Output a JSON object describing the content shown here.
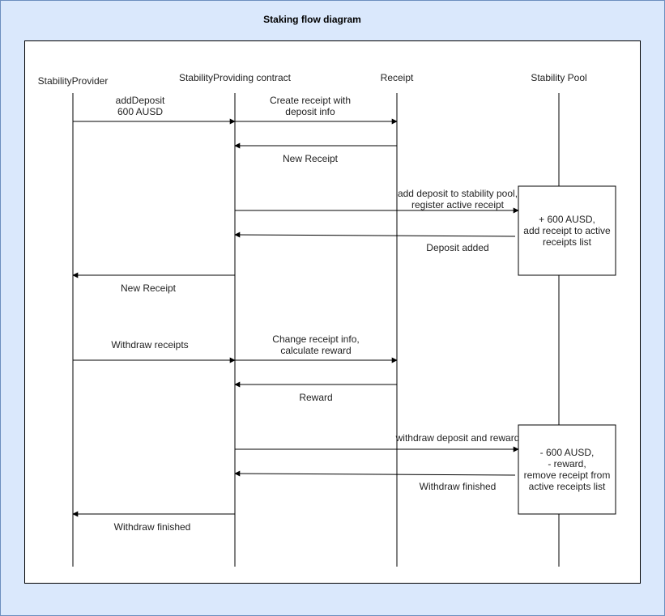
{
  "title": "Staking flow diagram",
  "participants": [
    {
      "label": "StabilityProvider"
    },
    {
      "label": "StabilityProviding contract"
    },
    {
      "label": "Receipt"
    },
    {
      "label": "Stability Pool"
    }
  ],
  "messages": [
    {
      "lines": [
        "addDeposit",
        "600 AUSD"
      ]
    },
    {
      "lines": [
        "Create receipt with",
        "deposit info"
      ]
    },
    {
      "lines": [
        "New Receipt"
      ]
    },
    {
      "lines": [
        "add deposit to stability pool,",
        "register active receipt"
      ]
    },
    {
      "lines": [
        "Deposit added"
      ]
    },
    {
      "lines": [
        "New Receipt"
      ]
    },
    {
      "lines": [
        "Withdraw receipts"
      ]
    },
    {
      "lines": [
        "Change receipt info,",
        "calculate reward"
      ]
    },
    {
      "lines": [
        "Reward"
      ]
    },
    {
      "lines": [
        "withdraw deposit and reward"
      ]
    },
    {
      "lines": [
        "Withdraw finished"
      ]
    },
    {
      "lines": [
        "Withdraw finished"
      ]
    }
  ],
  "pool_boxes": [
    {
      "lines": [
        "+ 600 AUSD,",
        "add receipt to active",
        "receipts list"
      ]
    },
    {
      "lines": [
        "- 600 AUSD,",
        "- reward,",
        "remove receipt from",
        "active receipts list"
      ]
    }
  ]
}
